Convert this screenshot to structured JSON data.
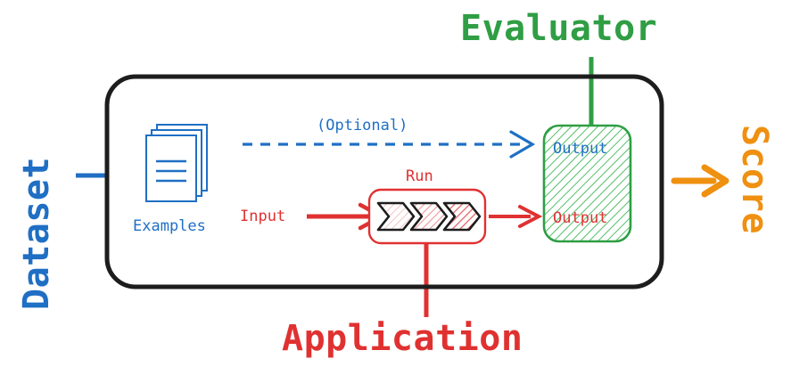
{
  "diagram": {
    "title": "Evaluation pipeline diagram",
    "colors": {
      "blue": "#1f6fc4",
      "red": "#e03131",
      "green": "#2f9e44",
      "orange": "#ef9010",
      "black": "#1d1d1d",
      "white": "#ffffff"
    },
    "outer_box": {
      "name": "evaluation-container"
    },
    "labels": {
      "dataset": "Dataset",
      "evaluator": "Evaluator",
      "application": "Application",
      "score": "Score"
    },
    "nodes": {
      "examples": {
        "label": "Examples",
        "icon": "documents-stack-icon",
        "sheet_lines": 3,
        "sheet_count": 3
      },
      "run": {
        "label": "Run",
        "icon": "chevrons-icon",
        "chevron_count": 3
      },
      "output_box": {
        "top_label": "Output",
        "bottom_label": "Output"
      }
    },
    "edges": {
      "optional": {
        "label": "(Optional)",
        "style": "dashed",
        "color": "#1f6fc4"
      },
      "input": {
        "label": "Input",
        "style": "solid",
        "color": "#e03131"
      },
      "run_output": {
        "label": "",
        "style": "solid",
        "color": "#e03131"
      },
      "score_out": {
        "label": "",
        "style": "solid",
        "color": "#ef9010"
      },
      "dataset_connector": {
        "color": "#1f6fc4"
      },
      "evaluator_connector": {
        "color": "#2f9e44"
      },
      "application_connector": {
        "color": "#e03131"
      }
    }
  }
}
